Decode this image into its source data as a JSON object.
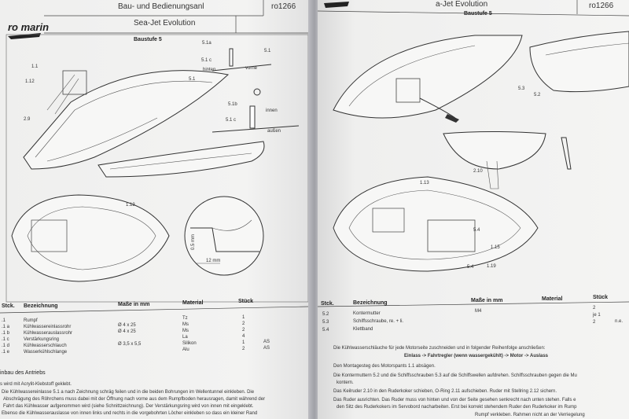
{
  "left": {
    "logo": "ro marin",
    "header_title_1": "Bau- und Bedienungsanl",
    "header_title_2": "Sea-Jet Evolution",
    "header_code": "ro1266",
    "step": "Baustufe 5",
    "callouts": [
      "1.1",
      "1.12",
      "2.9",
      "5.1",
      "5.1a",
      "5.1",
      "5.1 c",
      "hinten",
      "vorne",
      "5.1b",
      "5.1 c",
      "innen",
      "außen",
      "1.13",
      "0.5 mm",
      "12 mm"
    ],
    "table_headers": [
      "Stck.",
      "Bezeichnung",
      "Maße in mm",
      "Material",
      "Stück"
    ],
    "table_rows": [
      {
        "no": ".1",
        "name": "Rumpf",
        "size": "",
        "material": "Tz",
        "qty": "1",
        "note": ""
      },
      {
        "no": ".1 a",
        "name": "Kühlwassereinlassrohr",
        "size": "Ø 4 x 25",
        "material": "Ms",
        "qty": "2",
        "note": ""
      },
      {
        "no": ".1 b",
        "name": "Kühlwasserauslassrohr",
        "size": "Ø 4 x 25",
        "material": "Ms",
        "qty": "2",
        "note": ""
      },
      {
        "no": ".1 c",
        "name": "Verstärkungsring",
        "size": "",
        "material": "La",
        "qty": "4",
        "note": ""
      },
      {
        "no": ".1 d",
        "name": "Kühlwasserschlauch",
        "size": "Ø 3,5 x 5,5",
        "material": "Silikon",
        "qty": "1",
        "note": "AS"
      },
      {
        "no": ".1 e",
        "name": "Wasserkühlschlange",
        "size": "",
        "material": "Alu",
        "qty": "2",
        "note": "AS"
      }
    ],
    "section_title": "inbau des Antriebs",
    "paragraphs": [
      "s wird mit Acrylit-Klebstoff geklebt.",
      "Die Kühlwassereinlasse 5.1 a nach Zeichnung schräg feilen und in die beiden Bohrungen im Wellentunnel einkleben. Die",
      "Abschrägung des Röhrchens muss dabei mit der Öffnung nach vorne aus dem Rumpfboden herausragen, damit während der",
      "Fahrt das Kühlwasser aufgenommen wird (siehe Schnittzeichnung). Der Verstärkungsring wird von innen mit eingeklebt.",
      "Ebenso die Kühlwasserauslasse von innen links und rechts in die vorgebohrten Löcher einkleben so dass ein kleiner Rand"
    ]
  },
  "right": {
    "header_title": "a-Jet Evolution",
    "header_code": "ro1266",
    "step": "Baustufe 5",
    "callouts": [
      "5.3",
      "5.2",
      "2.10",
      "1.13",
      "5.4",
      "1.15",
      "5.4",
      "1.19"
    ],
    "table_headers": [
      "Stck.",
      "Bezeichnung",
      "Maße in mm",
      "Material",
      "Stück"
    ],
    "table_rows": [
      {
        "no": "5.2",
        "name": "Kontermutter",
        "size": "M4",
        "qty": "2",
        "note": ""
      },
      {
        "no": "5.3",
        "name": "Schiffsschraube, re. + li.",
        "size": "",
        "qty": "je 1",
        "note": ""
      },
      {
        "no": "5.4",
        "name": "Klettband",
        "size": "",
        "qty": "2",
        "note": "n.e."
      }
    ],
    "paragraphs": [
      "Die Kühlwasserschläuche für jede Motorseite zuschneiden und in folgender Reihenfolge anschließen:",
      "Einlass -> Fahrtregler (wenn wassergekühlt) -> Motor -> Auslass",
      "Den Montagesteg des Motorspants 1.1 absägen.",
      "Die Kontermuttern 5.2 und die Schiffsschrauben 5.3 auf die Schiffswellen aufdrehen. Schiffsschrauben gegen die Mu",
      "kontern.",
      "Das Keilruder 2.10 in den Ruderkoker schieben, O-Ring 2.11 aufschieben. Ruder mit Stellring 2.12 sichern.",
      "Das Ruder ausrichten. Das Ruder muss von hinten und von der Seite gesehen senkrecht nach unten stehen. Falls e",
      "den Sitz des Ruderkokers im Servobord nacharbeiten. Erst bei korrekt stehendem Ruder den Ruderkoker im Rump",
      "Rumpf verkleben. Rahmen nicht an der Verriegelung"
    ]
  }
}
